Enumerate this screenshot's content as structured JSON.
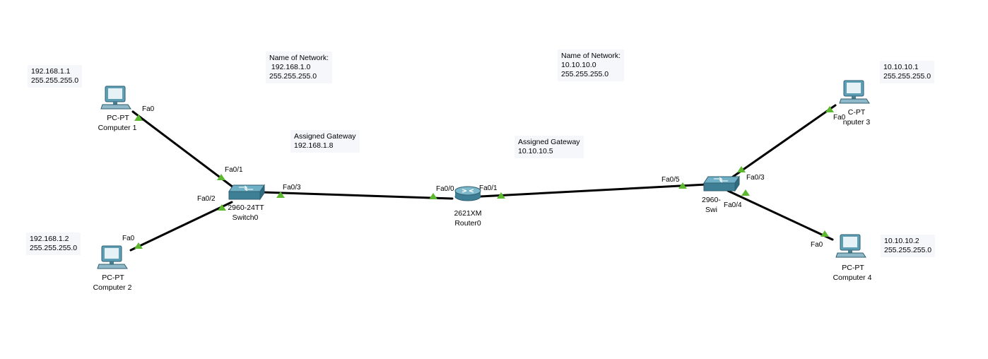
{
  "notes": {
    "pc1_ip": {
      "ip": "192.168.1.1",
      "mask": "255.255.255.0"
    },
    "pc2_ip": {
      "ip": "192.168.1.2",
      "mask": "255.255.255.0"
    },
    "pc3_ip": {
      "ip": "10.10.10.1",
      "mask": "255.255.255.0"
    },
    "pc4_ip": {
      "ip": "10.10.10.2",
      "mask": "255.255.255.0"
    },
    "net_left": {
      "title": "Name of Network:",
      "addr": " 192.168.1.0",
      "mask": "255.255.255.0"
    },
    "net_right": {
      "title": "Name of Network:",
      "addr": "10.10.10.0",
      "mask": "255.255.255.0"
    },
    "gw_left": {
      "title": "Assigned Gateway",
      "addr": "192.168.1.8"
    },
    "gw_right": {
      "title": "Assigned Gateway",
      "addr": "10.10.10.5"
    }
  },
  "devices": {
    "pc1": {
      "model": "PC-PT",
      "name": "Computer 1"
    },
    "pc2": {
      "model": "PC-PT",
      "name": "Computer 2"
    },
    "pc3": {
      "model": "C-PT",
      "name": "nputer 3"
    },
    "pc4": {
      "model": "PC-PT",
      "name": "Computer 4"
    },
    "switch0": {
      "model": "2960-24TT",
      "name": "Switch0"
    },
    "switch1": {
      "model": "2960-",
      "name": "Swi"
    },
    "router0": {
      "model": "2621XM",
      "name": "Router0"
    }
  },
  "ports": {
    "pc1": "Fa0",
    "pc2": "Fa0",
    "pc3": "Fa0",
    "pc4": "Fa0",
    "sw0_fa01": "Fa0/1",
    "sw0_fa02": "Fa0/2",
    "sw0_fa03": "Fa0/3",
    "r0_fa00": "Fa0/0",
    "r0_fa01": "Fa0/1",
    "sw1_fa05": "Fa0/5",
    "sw1_fa03": "Fa0/3",
    "sw1_fa04": "Fa0/4"
  },
  "colors": {
    "link": "#000000",
    "port_indicator": "#5cb82e",
    "note_bg": "#f6f7fb",
    "device_blue": "#4f95ad"
  }
}
